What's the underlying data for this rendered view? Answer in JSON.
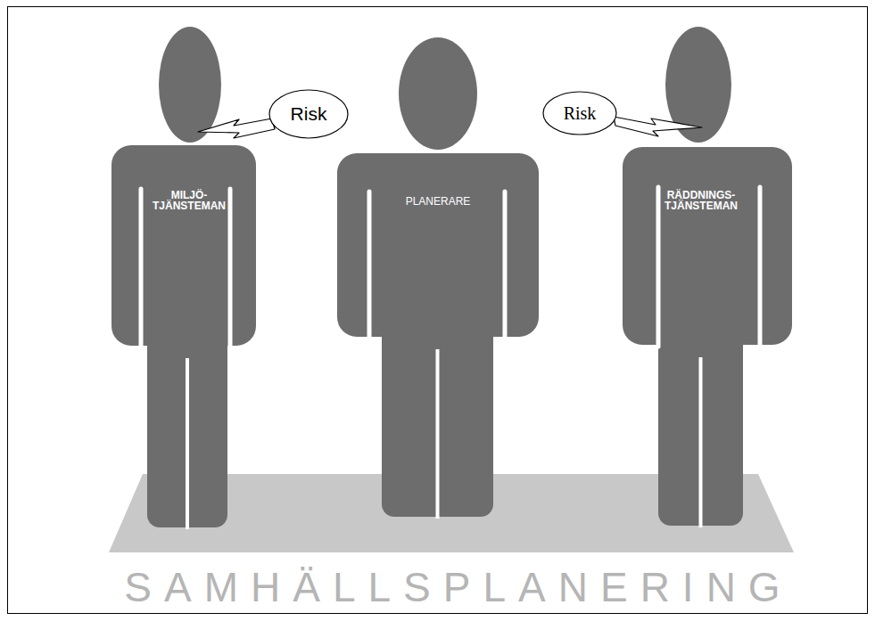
{
  "diagram": {
    "nodes": [
      {
        "text": [
          "MILJÖ- TJÄNSTEMAN"
        ]
      },
      {
        "text": [
          "Risk"
        ]
      },
      {
        "text": [
          "PLANERARE"
        ]
      },
      {
        "text": [
          "Risk"
        ]
      },
      {
        "text": [
          "RÄDDNINGS- TJÄNSTEMAN"
        ]
      }
    ],
    "labels": [
      "SAMHÄLLSPLANERING"
    ]
  }
}
